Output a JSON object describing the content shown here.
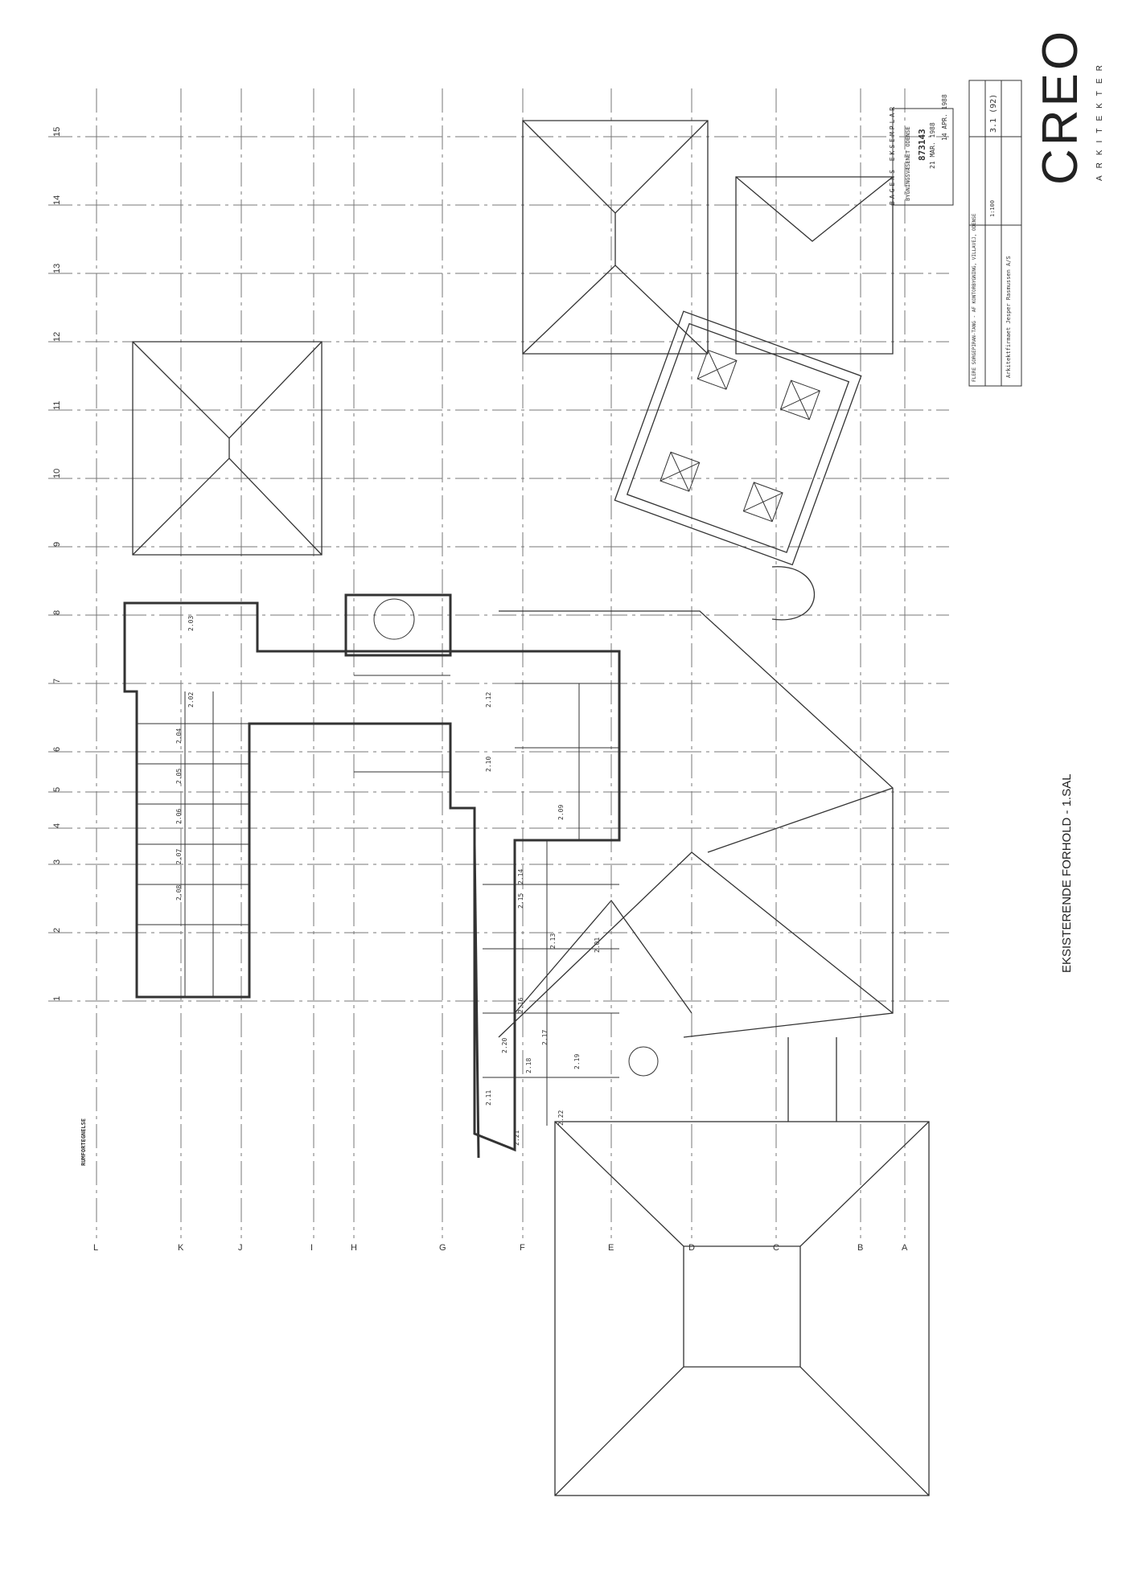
{
  "logo": {
    "main": "CREO",
    "sub": "ARKITEKTER"
  },
  "sheet_label": "EKSISTERENDE FORHOLD - 1.SAL",
  "stamp": {
    "header": "BAGENS EKSEMPLAR",
    "authority": "BYGNINGSVÆSENET ODENSE",
    "case_no": "873143",
    "received": "21 MAR. 1988",
    "approved": "14 APR. 1988"
  },
  "title_block": {
    "project": "FLERE SORGEPIRAN-TANG - AF KONTORBYGNING, VILLAVEJ, ODENSE",
    "drawing_no": "3.1 (92)",
    "scale": "1:100",
    "architect": "Arkitektfirmaet Jesper Rasmussen A/S"
  },
  "grid": {
    "numbers": [
      "15",
      "14",
      "13",
      "12",
      "11",
      "10",
      "9",
      "8",
      "7",
      "6",
      "5",
      "4",
      "3",
      "2",
      "1"
    ],
    "letters": [
      "L",
      "K",
      "J",
      "I",
      "H",
      "G",
      "F",
      "E",
      "D",
      "C",
      "B",
      "A"
    ]
  },
  "room_labels": [
    "2.01",
    "2.02",
    "2.03",
    "2.04",
    "2.05",
    "2.06",
    "2.07",
    "2.08",
    "2.09",
    "2.10",
    "2.11",
    "2.12",
    "2.13",
    "2.14",
    "2.15",
    "2.16",
    "2.17",
    "2.18",
    "2.19",
    "2.20",
    "2.21",
    "2.22"
  ],
  "legend_title": "RUMFORTEGNELSE"
}
